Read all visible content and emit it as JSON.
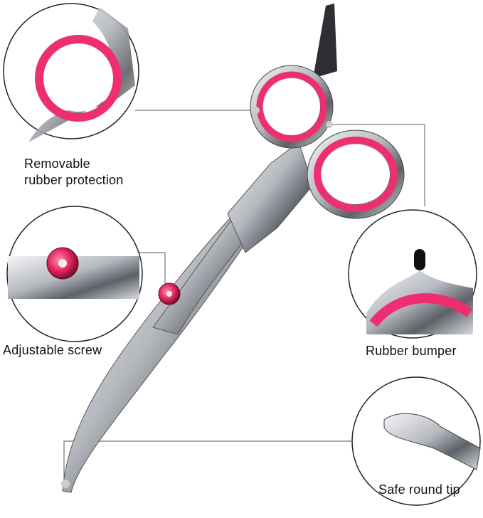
{
  "callouts": [
    {
      "id": "rubber-protection",
      "line1": "Removable",
      "line2": "rubber protection"
    },
    {
      "id": "screw",
      "label": "Adjustable screw"
    },
    {
      "id": "bumper",
      "label": "Rubber bumper"
    },
    {
      "id": "tip",
      "label": "Safe round tip"
    }
  ],
  "colors": {
    "accent_pink": "#ee2f6f",
    "steel": "#b9bcc2",
    "line": "#777777"
  }
}
